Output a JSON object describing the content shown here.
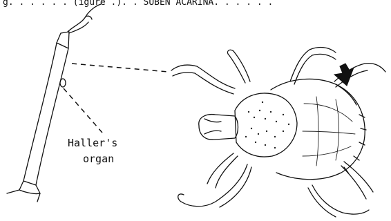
{
  "header": {
    "text": "g. . . . . . (igure .). . SUBEN ACARINA. . . . . ."
  },
  "figure": {
    "label": {
      "line1": "Haller's",
      "line2": "organ"
    },
    "subjects": [
      "tick-leg-enlarged",
      "tick-dorsal-view"
    ],
    "arrow_color": "#111111"
  }
}
